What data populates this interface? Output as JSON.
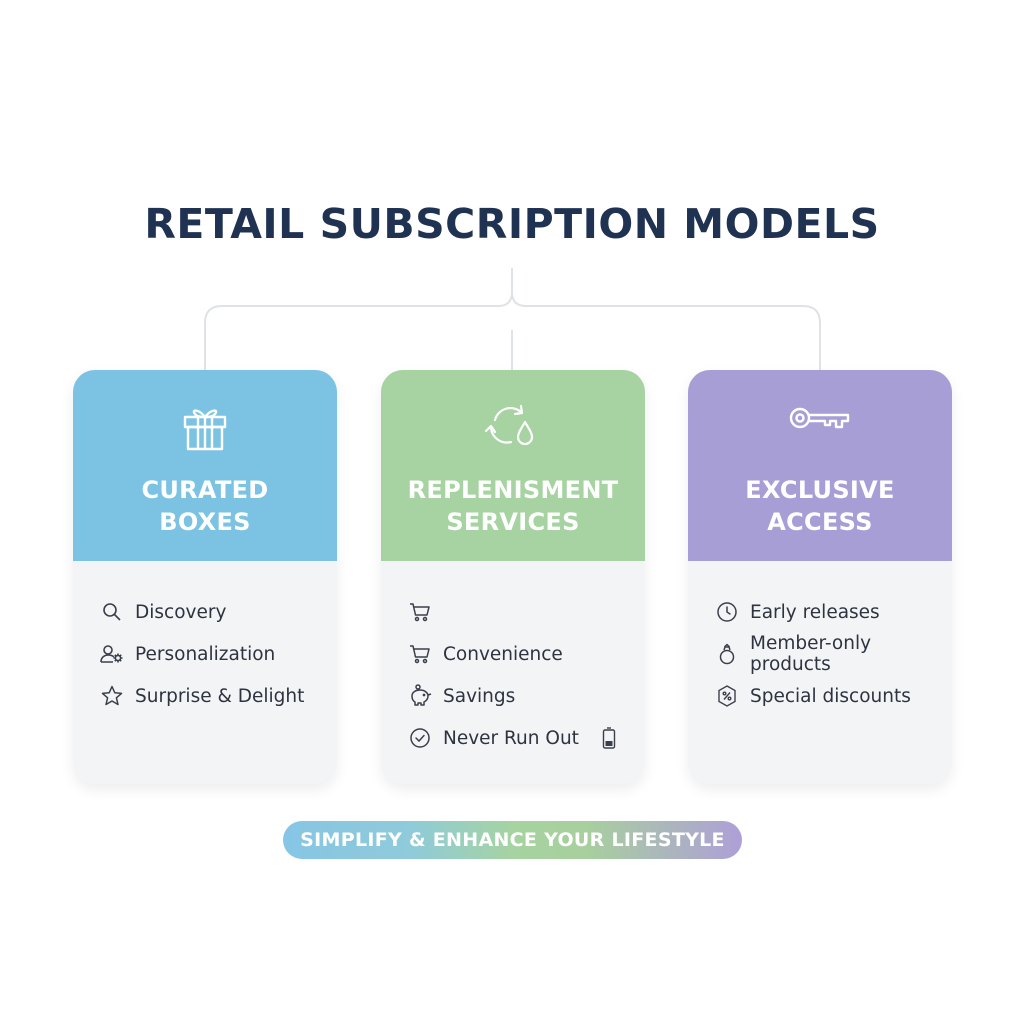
{
  "title": "RETAIL SUBSCRIPTION MODELS",
  "colors": {
    "title": "#1f3252",
    "curated": "#7cc3e3",
    "replenishment": "#a6d3a1",
    "exclusive": "#a89ed6",
    "connector": "#dfe2e6"
  },
  "cards": [
    {
      "icon": "gift-box-icon",
      "title_lines": [
        "CURATED",
        "BOXES"
      ],
      "items": [
        {
          "icon": "search-icon",
          "label": "Discovery"
        },
        {
          "icon": "user-gear-icon",
          "label": "Personalization"
        },
        {
          "icon": "star-icon",
          "label": "Surprise & Delight"
        }
      ]
    },
    {
      "icon": "refresh-drop-icon",
      "title_lines": [
        "REPLENISMENT",
        "SERVICES"
      ],
      "items": [
        {
          "icon": "cart-icon",
          "label": ""
        },
        {
          "icon": "cart-icon",
          "label": "Convenience"
        },
        {
          "icon": "piggy-bank-icon",
          "label": "Savings"
        },
        {
          "icon": "check-circle-icon",
          "label": "Never Run Out",
          "tail_icon": "battery-icon"
        }
      ]
    },
    {
      "icon": "key-icon",
      "title_lines": [
        "EXCLUSIVE",
        "ACCESS"
      ],
      "items": [
        {
          "icon": "clock-icon",
          "label": "Early releases"
        },
        {
          "icon": "ring-icon",
          "label": "Member-only products"
        },
        {
          "icon": "discount-tag-icon",
          "label": "Special discounts"
        }
      ]
    }
  ],
  "banner": "SIMPLIFY & ENHANCE YOUR LIFESTYLE"
}
